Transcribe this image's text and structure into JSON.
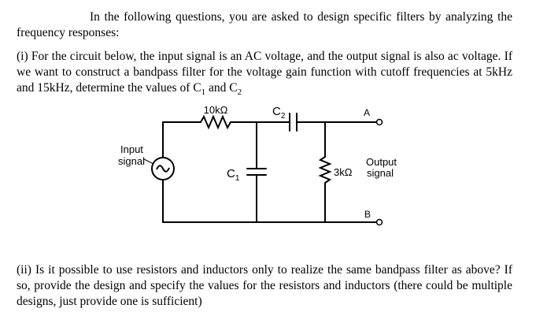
{
  "intro": "In the following questions, you are asked to design specific filters by analyzing the frequency responses:",
  "q1": {
    "text": "(i) For the circuit below, the input signal is an AC voltage, and the output signal is also ac voltage. If we want to construct a bandpass filter for the voltage gain function with cutoff frequencies at 5kHz and 15kHz, determine the values of C",
    "c1_sub": "1",
    "mid": " and C",
    "c2_sub": "2"
  },
  "circuit": {
    "resistor_label": "10kΩ",
    "c2_label": "C",
    "c2_sub": "2",
    "c1_label": "C",
    "c1_sub": "1",
    "output_resistor_label": "3kΩ",
    "node_a": "A",
    "node_b": "B",
    "input_label_1": "Input",
    "input_label_2": "signal",
    "output_label_1": "Output",
    "output_label_2": "signal"
  },
  "q2": "(ii) Is it possible to use resistors and inductors only to realize the same bandpass filter as above? If so, provide the design and specify the values for the resistors and inductors (there could be multiple designs, just provide one is sufficient)"
}
